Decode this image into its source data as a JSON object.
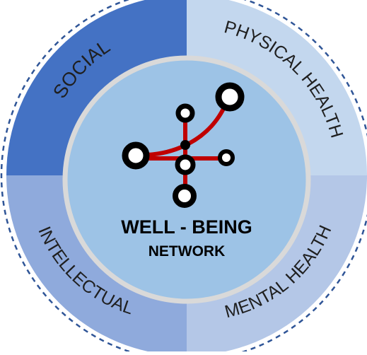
{
  "diagram": {
    "center_title_line1": "WELL - BEING",
    "center_title_line2": "NETWORK",
    "segments": [
      {
        "id": "social",
        "label": "SOCIAL",
        "color": "#4472C4"
      },
      {
        "id": "physical",
        "label": "PHYSICAL HEALTH",
        "color": "#C3D7EE"
      },
      {
        "id": "intellectual",
        "label": "INTELLECTUAL",
        "color": "#8FAADC"
      },
      {
        "id": "mental",
        "label": "MENTAL HEALTH",
        "color": "#B4C7E7"
      }
    ],
    "colors": {
      "inner_disc": "#9DC3E6",
      "inner_rim": "#D9D9D9",
      "dashed_border": "#2F5597",
      "network_line": "#C00000",
      "node": "#000000",
      "title_text": "#000000"
    },
    "icons": [
      "network-icon"
    ]
  }
}
